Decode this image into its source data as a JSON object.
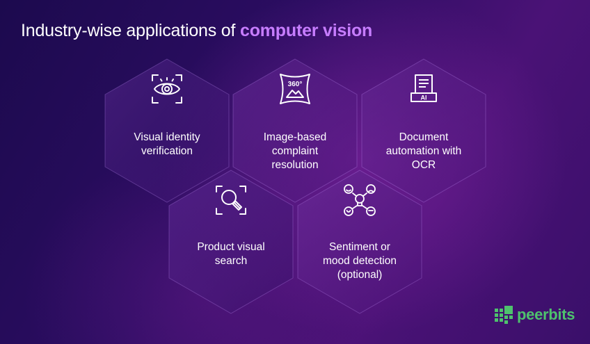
{
  "heading": {
    "prefix": "Industry-wise applications of",
    "highlight": "computer vision"
  },
  "cards": [
    {
      "icon": "eye-scan-icon",
      "line1": "Visual identity",
      "line2": "verification",
      "line3": ""
    },
    {
      "icon": "360-image-icon",
      "line1": "Image-based",
      "line2": "complaint",
      "line3": "resolution",
      "icon_text": "360°"
    },
    {
      "icon": "document-ai-icon",
      "line1": "Document",
      "line2": "automation with",
      "line3": "OCR",
      "icon_text": "AI"
    },
    {
      "icon": "magnifier-scan-icon",
      "line1": "Product visual",
      "line2": "search",
      "line3": ""
    },
    {
      "icon": "mood-faces-icon",
      "line1": "Sentiment or",
      "line2": "mood detection",
      "line3": "(optional)"
    }
  ],
  "brand": {
    "name": "peerbits"
  },
  "colors": {
    "accent": "#c77dff",
    "brand": "#4ec26d",
    "background": "#2a0c5e"
  }
}
